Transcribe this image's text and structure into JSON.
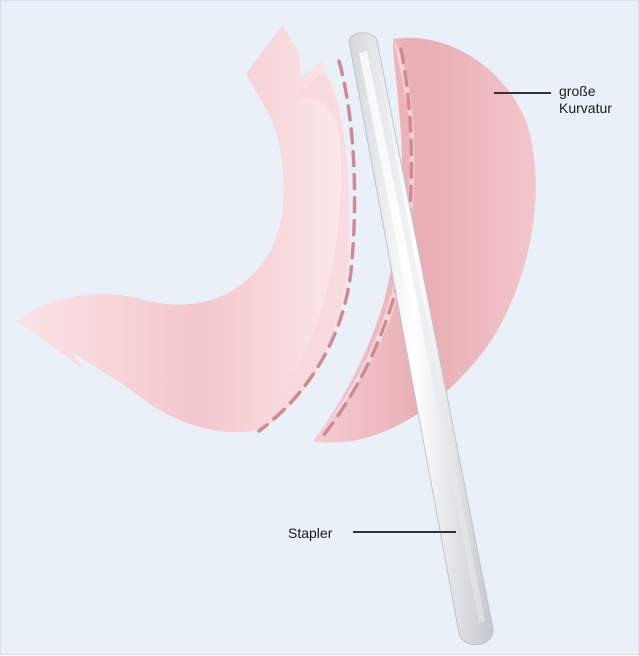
{
  "labels": {
    "curvature_line1": "große",
    "curvature_line2": "Kurvatur",
    "stapler": "Stapler"
  },
  "colors": {
    "background": "#eaf0f8",
    "stomach_light": "#fbe2e4",
    "stomach_mid": "#f2c3c8",
    "stomach_dark": "#e2a3ab",
    "staple_line": "#d08a95",
    "stapler_light": "#ffffff",
    "stapler_shade": "#c9cdd3",
    "leader_line": "#333333"
  }
}
